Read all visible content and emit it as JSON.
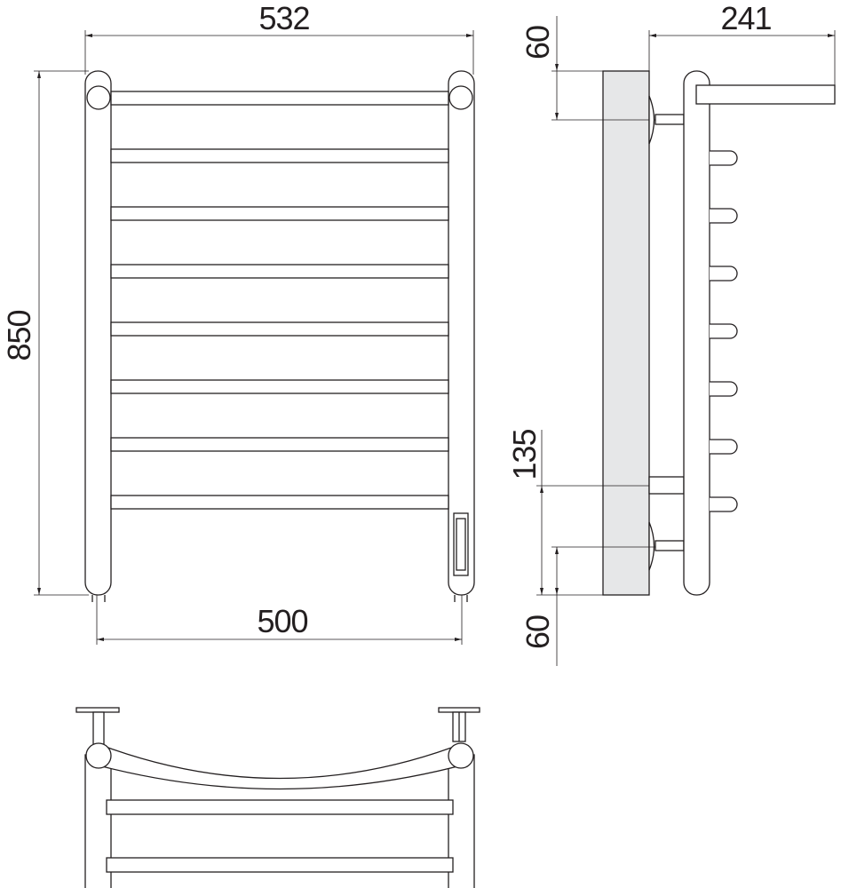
{
  "dimensions": {
    "front_width_top": "532",
    "front_height": "850",
    "front_width_bottom": "500",
    "side_depth": "241",
    "side_top_offset": "60",
    "side_spacing": "135",
    "side_bottom_offset": "60"
  },
  "front_view": {
    "crossbar_count": 8
  },
  "side_view": {
    "hook_count": 7
  },
  "colors": {
    "line": "#231f20",
    "wall": "#e6e7e8",
    "background": "#ffffff"
  }
}
